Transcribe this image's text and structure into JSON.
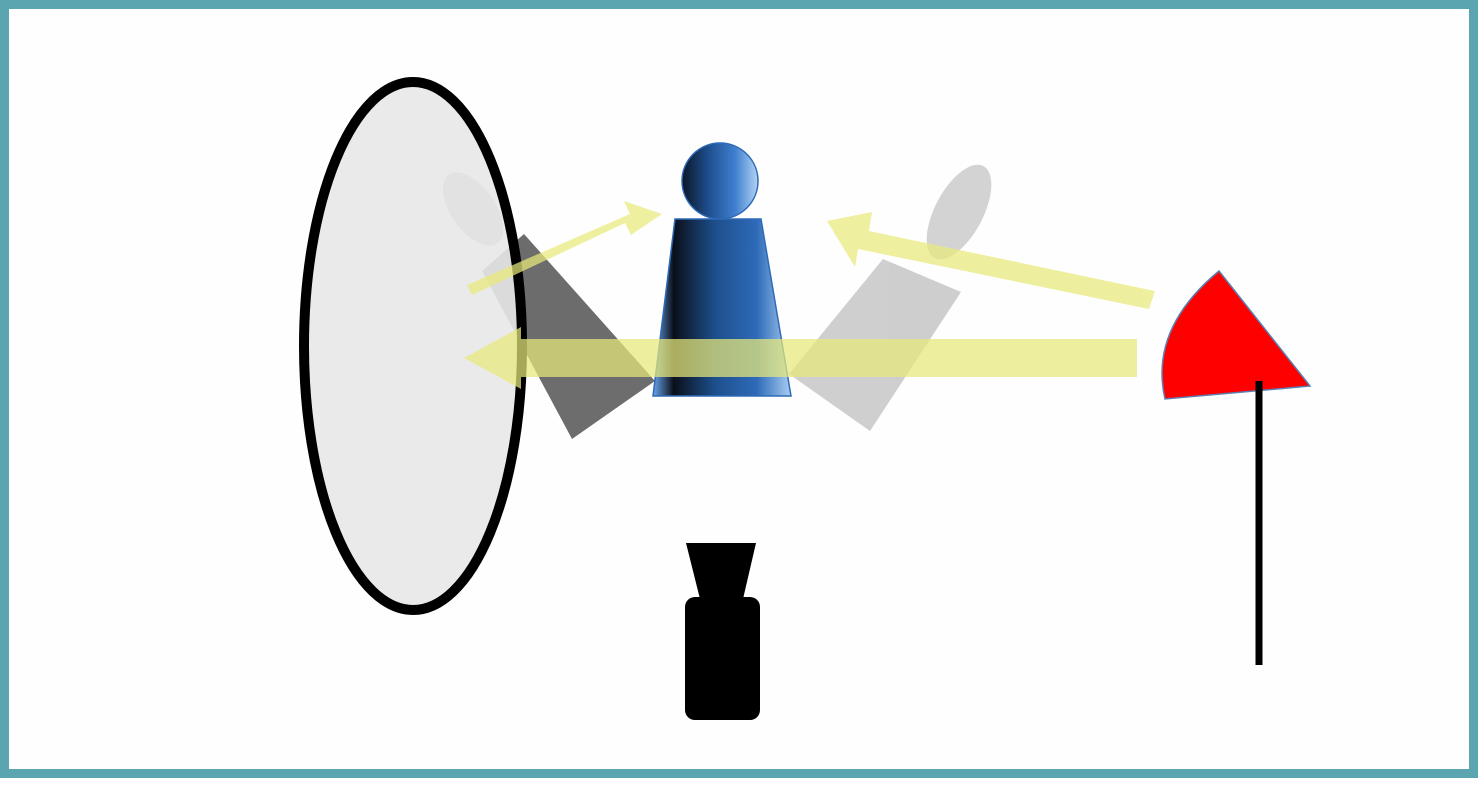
{
  "diagram": {
    "description_elements": [
      "reflector",
      "subject",
      "subject-shadow-left",
      "subject-shadow-right",
      "light-rays",
      "camera",
      "light-with-stand"
    ],
    "colors": {
      "frame_border": "#5ba5b0",
      "background": "#fefefe",
      "reflector_fill": "#e8e8e8",
      "reflector_stroke": "#000000",
      "subject_blue": "#3f7fd0",
      "light_ray": "#e9ea7a",
      "shadow_dark": "#555555",
      "shadow_light": "#c8c8c8",
      "light_head": "#ff0000",
      "camera": "#000000"
    },
    "icons": [
      "reflector-icon",
      "subject-figure-icon",
      "camera-icon",
      "light-icon",
      "light-stand-icon"
    ]
  }
}
